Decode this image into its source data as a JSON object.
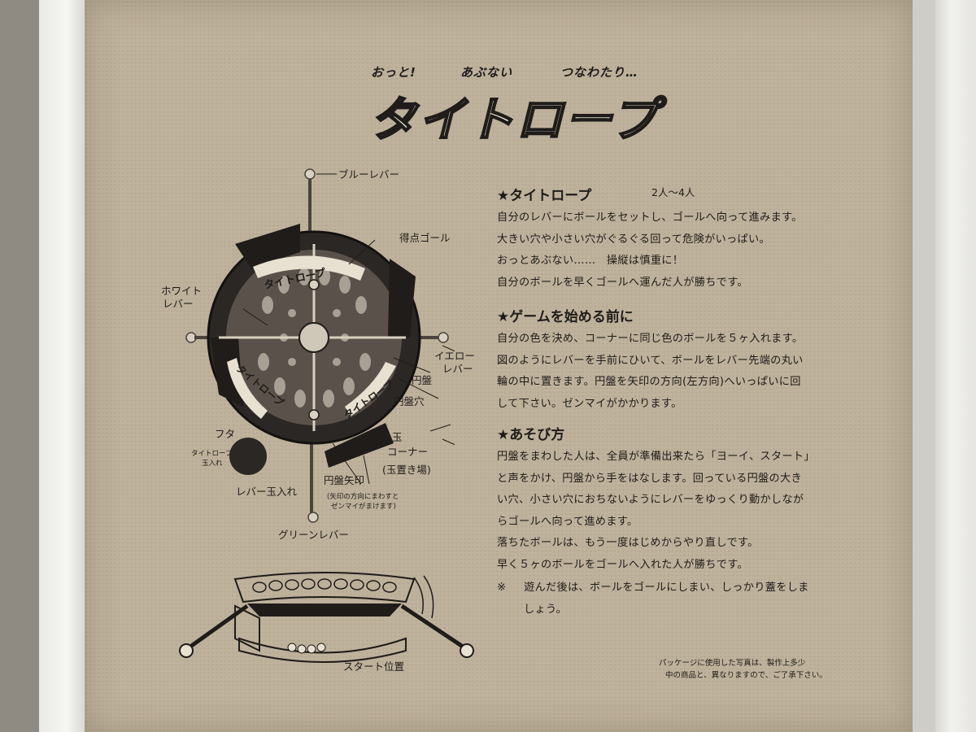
{
  "header": {
    "tag_1": "おっと!",
    "tag_2": "あぶない",
    "tag_3": "つなわたり…",
    "logo": "タイトロープ"
  },
  "diagram": {
    "labels": {
      "blue_lever": "ブルーレバー",
      "score_goal": "得点ゴール",
      "white_lever_1": "ホワイト",
      "white_lever_2": "レバー",
      "yellow_lever_1": "イエロー",
      "yellow_lever_2": "レバー",
      "disc": "円盤",
      "disc_hole": "円盤穴",
      "ball": "玉",
      "corner_1": "コーナー",
      "corner_2": "(玉置き場)",
      "lid": "フタ",
      "lid_note_1": "タイトロープ",
      "lid_note_2": "玉入れ",
      "lever_ball_slot": "レバー玉入れ",
      "disc_arrow": "円盤矢印",
      "disc_arrow_note_1": "(矢印の方向にまわすと",
      "disc_arrow_note_2": "ゼンマイがまけます)",
      "green_lever": "グリーンレバー",
      "start_position": "スタート位置"
    },
    "board_text": "タイトロープ"
  },
  "rules": {
    "s1_title": "★タイトロープ",
    "s1_players": "2人～4人",
    "s1_lines": [
      "自分のレバーにボールをセットし、ゴールへ向って進みます。",
      "大きい穴や小さい穴がぐるぐる回って危険がいっぱい。",
      "おっとあぶない……　操縦は慎重に！",
      "自分のボールを早くゴールへ運んだ人が勝ちです。"
    ],
    "s2_title": "★ゲームを始める前に",
    "s2_lines": [
      "自分の色を決め、コーナーに同じ色のボールを５ヶ入れます。",
      "図のようにレバーを手前にひいて、ボールをレバー先端の丸い",
      "輪の中に置きます。円盤を矢印の方向(左方向)へいっぱいに回",
      "して下さい。ゼンマイがかかります。"
    ],
    "s3_title": "★あそび方",
    "s3_lines": [
      "円盤をまわした人は、全員が準備出来たら「ヨーイ、スタート」",
      "と声をかけ、円盤から手をはなします。回っている円盤の大き",
      "い穴、小さい穴におちないようにレバーをゆっくり動かしなが",
      "らゴールへ向って進めます。",
      "落ちたボールは、もう一度はじめからやり直しです。",
      "早く５ヶのボールをゴールへ入れた人が勝ちです。"
    ],
    "note_mark": "※",
    "note_1": "遊んだ後は、ボールをゴールにしまい、しっかり蓋をしま",
    "note_2": "しょう。"
  },
  "footer": {
    "disclaimer_1": "パッケージに使用した写真は、製作上多少",
    "disclaimer_2": "中の商品と、異なりますので、ご了承下さい。"
  },
  "colors": {
    "paper": "#bfb29c",
    "ink": "#1f1c19",
    "frame": "#efefec"
  }
}
